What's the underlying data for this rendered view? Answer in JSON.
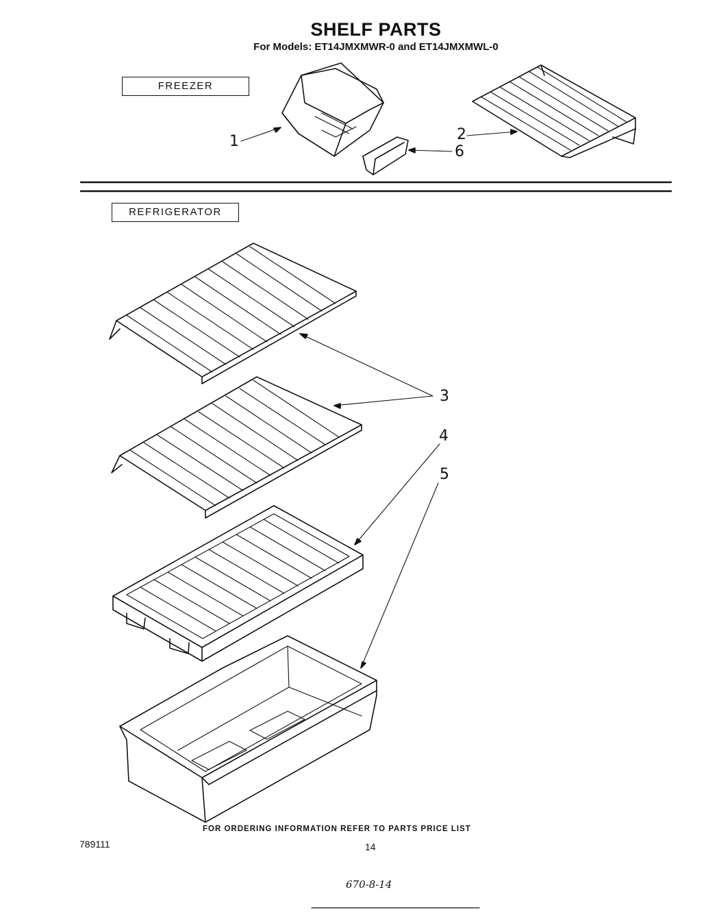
{
  "title": "SHELF PARTS",
  "subtitle": "For Models: ET14JMXMWR-0 and ET14JMXMWL-0",
  "sections": {
    "freezer": "FREEZER",
    "refrigerator": "REFRIGERATOR"
  },
  "callouts": [
    "1",
    "2",
    "3",
    "4",
    "5",
    "6"
  ],
  "footer_note": "FOR ORDERING INFORMATION REFER TO PARTS PRICE LIST",
  "doc_number": "789111",
  "page_number": "14",
  "handwritten_note": "670-8-14"
}
